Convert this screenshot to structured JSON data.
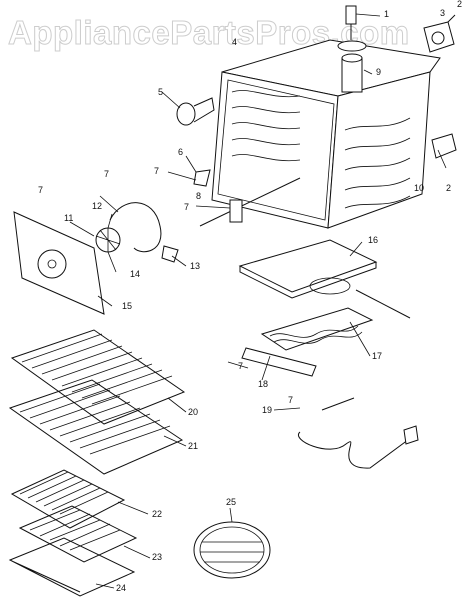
{
  "watermark": "AppliancePartsPros.com",
  "callouts": [
    "1",
    "2",
    "3",
    "4",
    "5",
    "6",
    "7",
    "8",
    "9",
    "10",
    "11",
    "12",
    "13",
    "14",
    "15",
    "16",
    "17",
    "18",
    "19",
    "20",
    "21",
    "22",
    "23",
    "24",
    "25"
  ]
}
